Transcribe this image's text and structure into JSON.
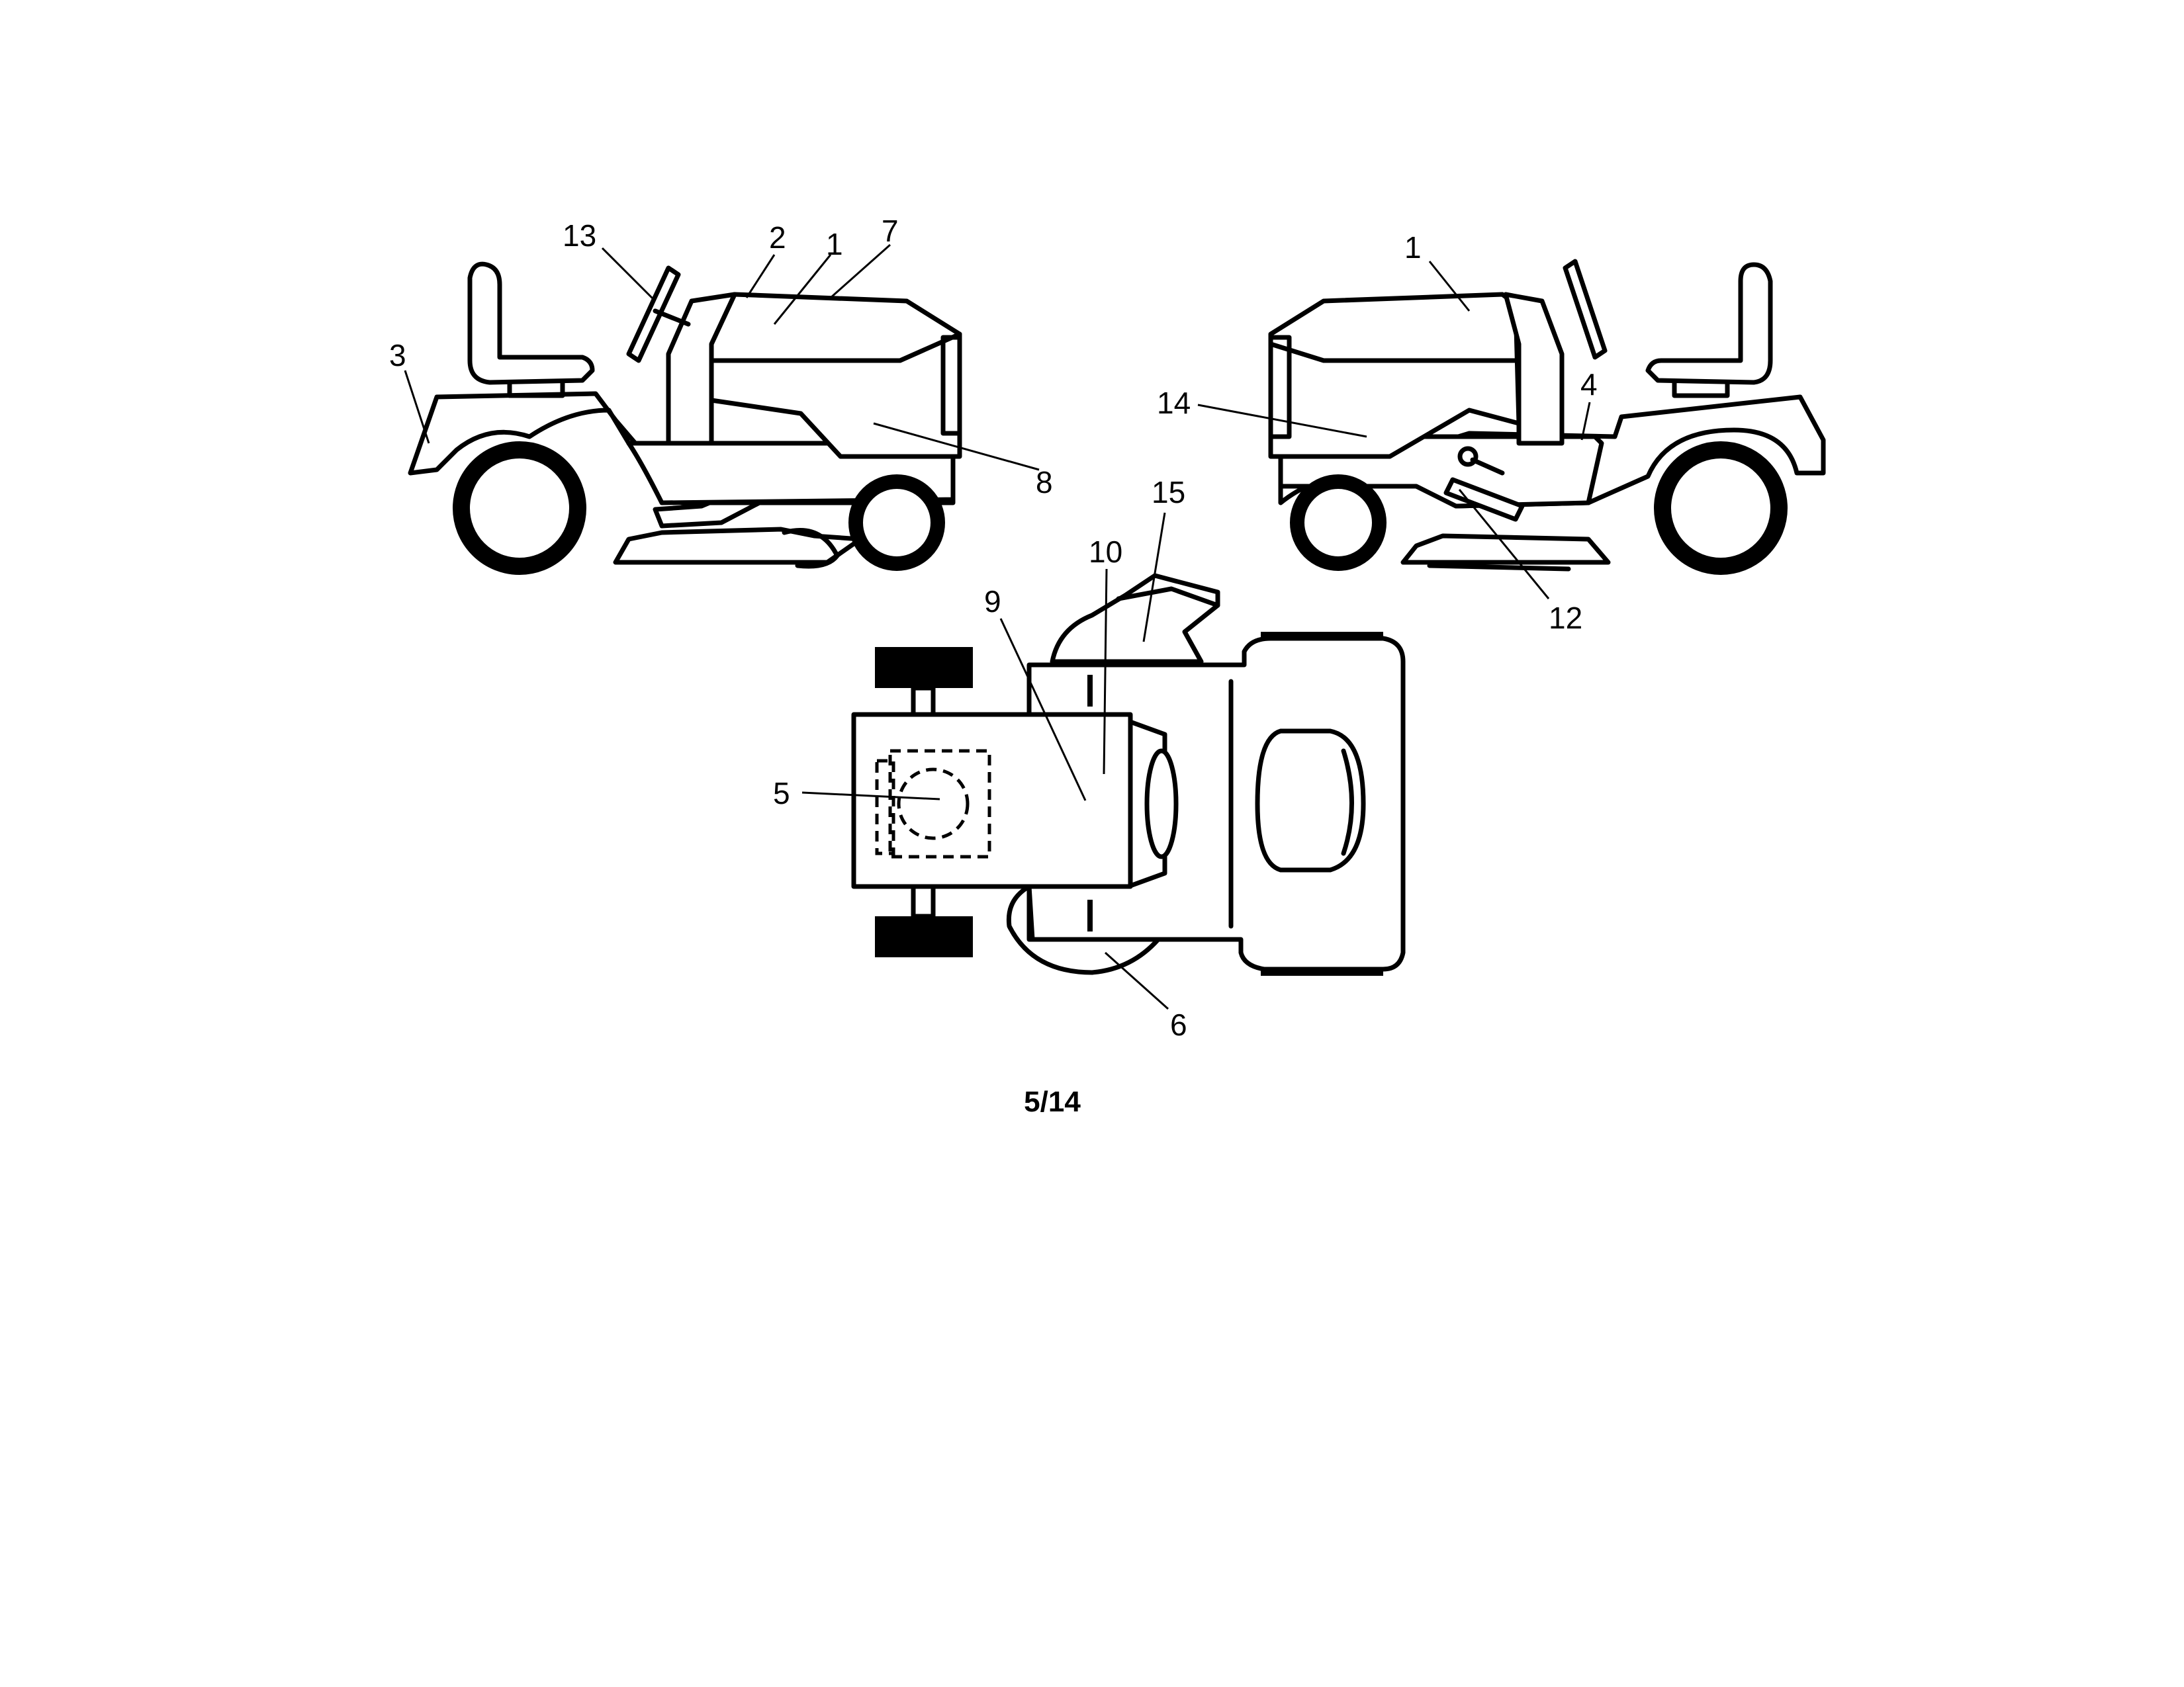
{
  "callouts": {
    "left_view": {
      "c13": "13",
      "c2": "2",
      "c1": "1",
      "c7": "7",
      "c3": "3",
      "c8": "8"
    },
    "right_view": {
      "c1": "1",
      "c14": "14",
      "c4": "4",
      "c12": "12"
    },
    "top_view": {
      "c15": "15",
      "c10": "10",
      "c9": "9",
      "c5": "5",
      "c6": "6"
    }
  },
  "page_number": "5/14"
}
